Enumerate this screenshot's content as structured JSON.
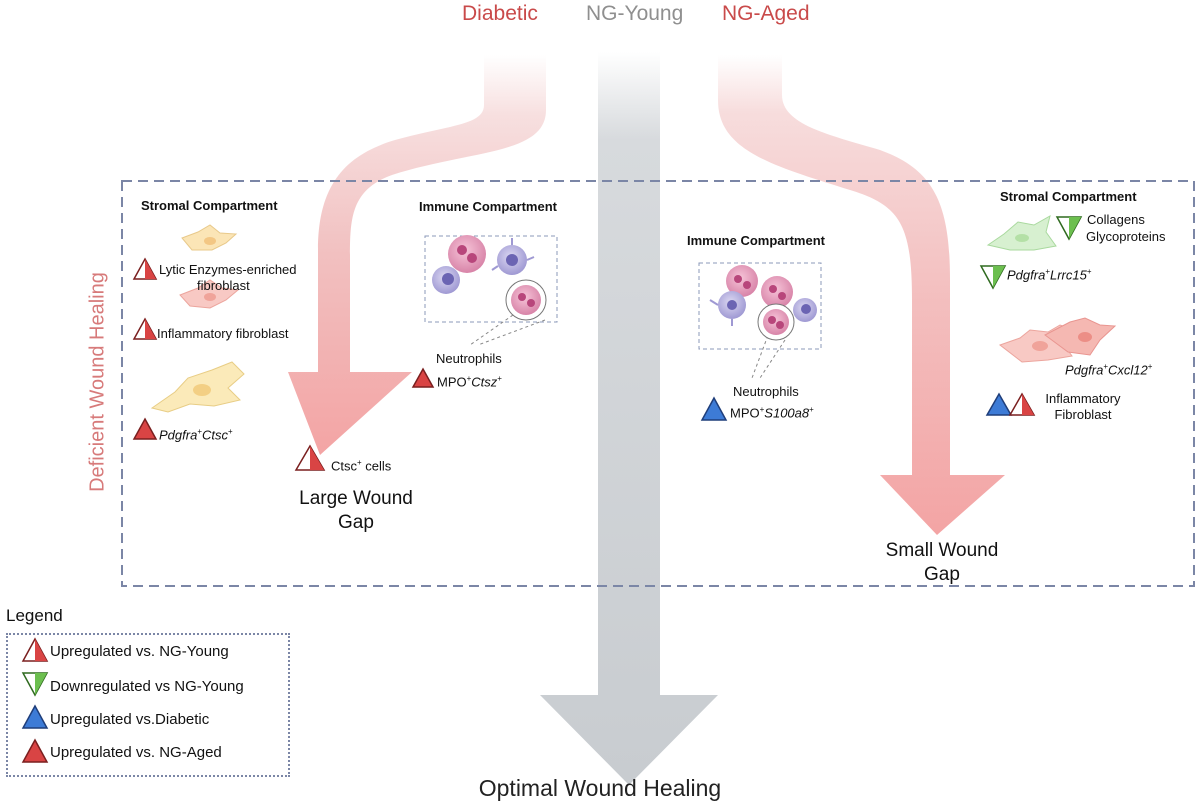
{
  "headers": {
    "diabetic": "Diabetic",
    "ng_young": "NG-Young",
    "ng_aged": "NG-Aged"
  },
  "side_label": "Deficient Wound Healing",
  "bottom_label": "Optimal Wound Healing",
  "left_panel": {
    "stromal_title": "Stromal Compartment",
    "lytic_line1": "Lytic Enzymes-enriched",
    "lytic_line2": "fibroblast",
    "inflammatory": "Inflammatory fibroblast",
    "pdgfra_base": "Pdgfra",
    "pdgfra_sup": "+",
    "pdgfra_gene": "Ctsc",
    "pdgfra_sup2": "+",
    "immune_title": "Immune Compartment",
    "neutrophils": "Neutrophils",
    "mpo": "MPO",
    "mpo_sup": "+",
    "mpo_gene": "Ctsz",
    "mpo_sup2": "+",
    "ctsc_base": "Ctsc",
    "ctsc_sup": "+",
    "ctsc_rest": " cells",
    "gap_line1": "Large Wound",
    "gap_line2": "Gap"
  },
  "right_panel": {
    "immune_title": "Immune Compartment",
    "neutrophils": "Neutrophils",
    "mpo": "MPO",
    "mpo_sup": "+",
    "mpo_gene": "S100a8",
    "mpo_sup2": "+",
    "stromal_title": "Stromal Compartment",
    "collagens": "Collagens",
    "glycoproteins": "Glycoproteins",
    "lrrc_base": "Pdgfra",
    "lrrc_sup": "+",
    "lrrc_gene": "Lrrc15",
    "lrrc_sup2": "+",
    "cxcl_base": "Pdgfra",
    "cxcl_sup": "+",
    "cxcl_gene": "Cxcl12",
    "cxcl_sup2": "+",
    "inflam_line1": "Inflammatory",
    "inflam_line2": "Fibroblast",
    "gap_line1": "Small Wound",
    "gap_line2": "Gap"
  },
  "legend": {
    "title": "Legend",
    "items": [
      "Upregulated vs. NG-Young",
      "Downregulated vs NG-Young",
      "Upregulated vs.Diabetic",
      "Upregulated vs. NG-Aged"
    ]
  },
  "colors": {
    "diabetic": "#c94a4a",
    "ng_young": "#8f8f8f",
    "arrow_red": "#ef9a9a",
    "arrow_grey": "#c9cdd2",
    "up_red": "#d94444",
    "down_green": "#6cbf4f",
    "up_blue": "#3d7bd6",
    "box_border": "#7b86a6"
  }
}
